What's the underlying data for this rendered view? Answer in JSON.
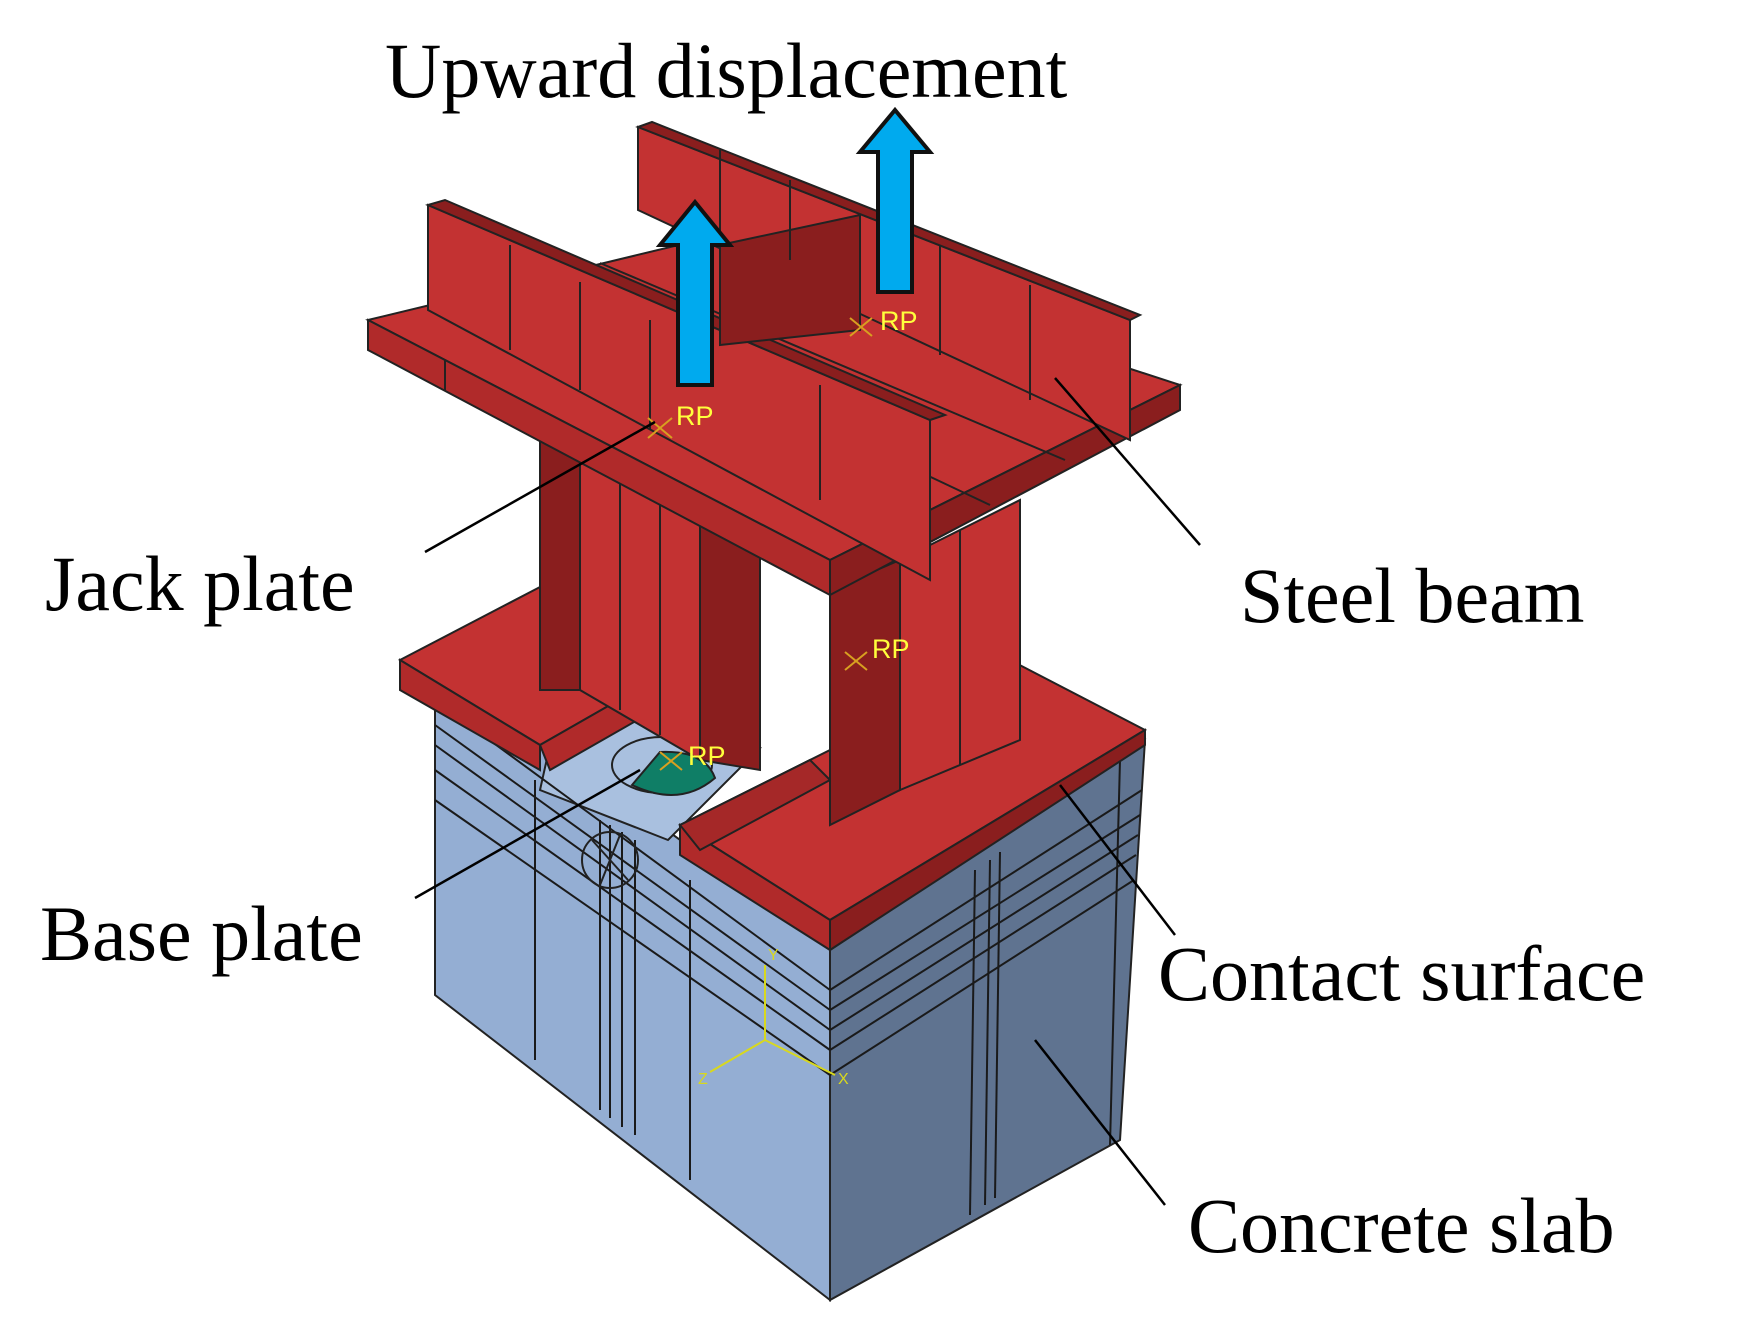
{
  "title": "Upward displacement",
  "labels": {
    "jack_plate": "Jack plate",
    "base_plate": "Base plate",
    "steel_beam": "Steel beam",
    "contact_surface": "Contact surface",
    "concrete_slab": "Concrete slab"
  },
  "markers": {
    "reference_point": "RP"
  },
  "axes": {
    "x": "X",
    "y": "Y",
    "z": "Z"
  },
  "colors": {
    "steel": "#c33232",
    "steel_dark": "#8a1e1e",
    "concrete_light": "#94aed3",
    "concrete_dark": "#5f7390",
    "arrow": "#00aaee",
    "base_plate": "#0f7e66",
    "reference_point": "#ffff3c",
    "axis_triad": "#d8d81e"
  }
}
